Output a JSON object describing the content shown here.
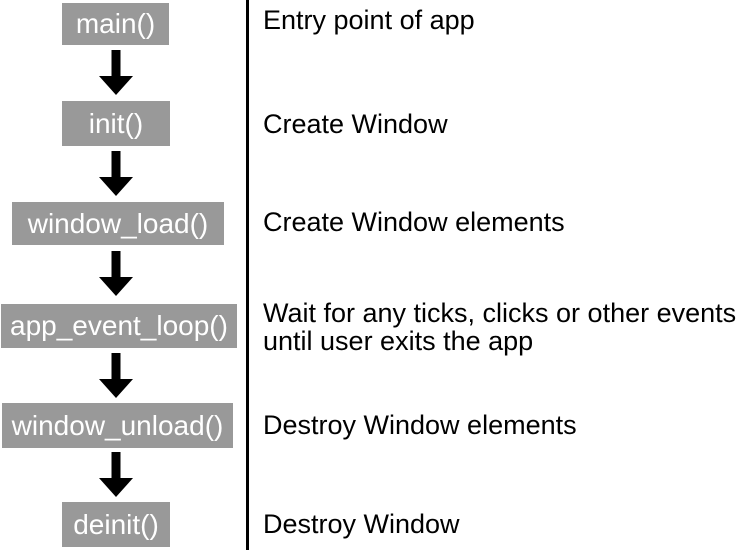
{
  "diagram": {
    "type": "flowchart",
    "subject": "app lifecycle",
    "colors": {
      "background": "#ffffff",
      "box_fill": "#999999",
      "box_text": "#ffffff",
      "arrow": "#000000",
      "divider_line": "#000000",
      "description_text": "#000000"
    },
    "steps": [
      {
        "function": "main()",
        "description": "Entry point of app"
      },
      {
        "function": "init()",
        "description": "Create Window"
      },
      {
        "function": "window_load()",
        "description": "Create Window elements"
      },
      {
        "function": "app_event_loop()",
        "description": "Wait for any ticks, clicks or other events until user exits the app"
      },
      {
        "function": "window_unload()",
        "description": "Destroy Window elements"
      },
      {
        "function": "deinit()",
        "description": "Destroy Window"
      }
    ]
  }
}
